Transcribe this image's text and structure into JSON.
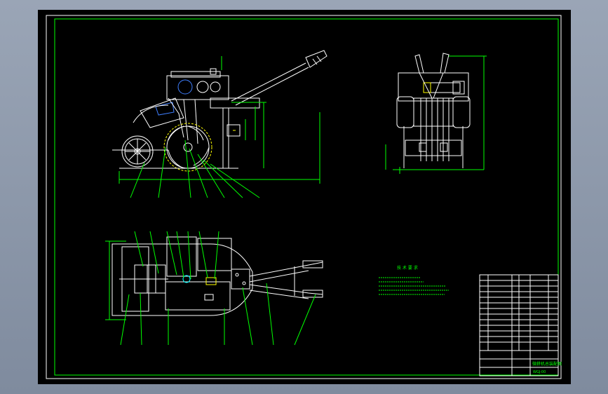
{
  "viewport": {
    "background": "#8e9aac",
    "sheet_color": "#000000",
    "line_white": "#ffffff",
    "line_green": "#00ff00",
    "line_yellow": "#ffff00",
    "line_cyan": "#00ffff",
    "line_blue": "#3f7fff"
  },
  "notes": {
    "heading": "技 术 要 求"
  },
  "title_block": {
    "drawing_title": "微耕机总装配图",
    "drawing_number": "WGJ-00"
  }
}
